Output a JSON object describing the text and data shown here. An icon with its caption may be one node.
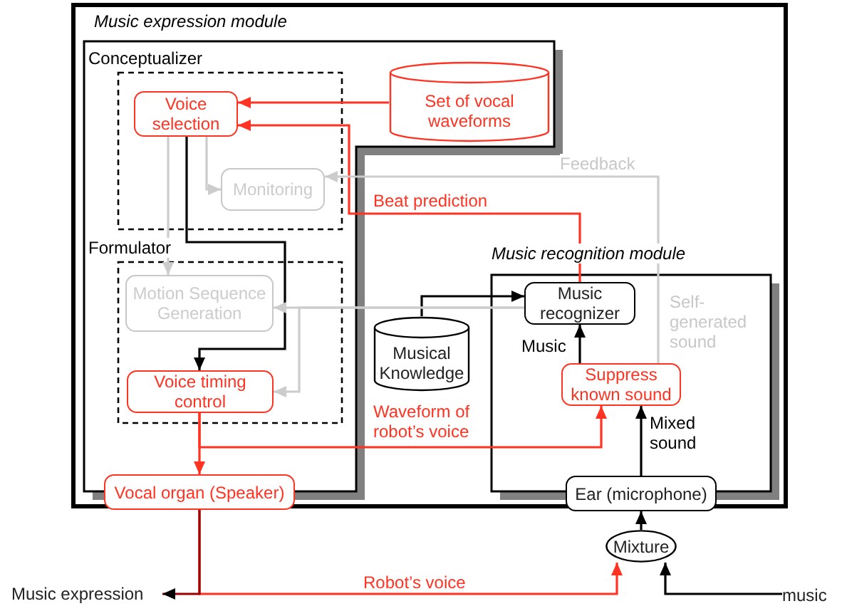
{
  "diagram": {
    "nodes": [
      {
        "text": [
          "Music expression module"
        ]
      },
      {
        "text": [],
        "shape": "box",
        "in": 0
      },
      {
        "text": [
          "Conceptualizer"
        ],
        "in": 1
      },
      {
        "text": [
          "Voice selection"
        ],
        "in": 2
      },
      {
        "text": [
          "Monitoring"
        ],
        "in": 2
      },
      {
        "text": [
          "Set of vocal waveforms"
        ],
        "in": 1
      },
      {
        "text": [
          "Formulator"
        ],
        "in": 1
      },
      {
        "text": [
          "Motion Sequence Generation"
        ],
        "in": 6
      },
      {
        "text": [
          "Voice timing control"
        ],
        "in": 6
      },
      {
        "text": [
          "Vocal organ (Speaker)"
        ]
      },
      {
        "text": [
          "Music recognition module"
        ],
        "in": 0
      },
      {
        "text": [
          "Musical Knowledge"
        ],
        "in": 0
      },
      {
        "text": [
          "Music recognizer"
        ],
        "in": 10
      },
      {
        "text": [
          "Suppress known sound"
        ],
        "in": 10
      },
      {
        "text": [
          "Ear (microphone)"
        ]
      },
      {
        "text": [
          "Mixture"
        ]
      },
      {
        "text": [
          "Music expression"
        ]
      },
      {
        "text": [
          "music"
        ]
      }
    ],
    "edges": [
      {
        "from": 5,
        "to": 3,
        "arrow": "to",
        "color": "#ff3322"
      },
      {
        "from": 12,
        "to": 3,
        "arrow": "to",
        "label": "Beat prediction",
        "color": "#ff3322"
      },
      {
        "from": 3,
        "to": 8,
        "arrow": "to",
        "color": "#000000"
      },
      {
        "from": 3,
        "to": 4,
        "arrow": "to",
        "color": "#cccccc"
      },
      {
        "from": 3,
        "to": 7,
        "arrow": "to",
        "color": "#cccccc"
      },
      {
        "from": 13,
        "to": 4,
        "arrow": "to",
        "label": "Feedback",
        "color": "#cccccc"
      },
      {
        "from": 11,
        "to": 12,
        "arrow": "to",
        "color": "#000000"
      },
      {
        "from": 12,
        "to": 7,
        "arrow": "to",
        "color": "#cccccc"
      },
      {
        "from": 12,
        "to": 8,
        "arrow": "to",
        "color": "#cccccc"
      },
      {
        "from": 8,
        "to": 9,
        "arrow": "to",
        "color": "#ff3322"
      },
      {
        "from": 8,
        "to": 13,
        "arrow": "to",
        "label": "Waveform of robot’s voice",
        "color": "#ff3322"
      },
      {
        "from": 13,
        "to": 12,
        "arrow": "to",
        "label": "Music",
        "color": "#000000"
      },
      {
        "from": 14,
        "to": 13,
        "arrow": "to",
        "label": "Mixed sound",
        "color": "#000000"
      },
      {
        "from": 15,
        "to": 14,
        "arrow": "to",
        "color": "#000000"
      },
      {
        "from": 9,
        "to": 16,
        "arrow": "to",
        "color": "#990000"
      },
      {
        "from": 9,
        "to": 15,
        "arrow": "to",
        "label": "Robot’s voice",
        "color": "#ff3322"
      },
      {
        "from": 17,
        "to": 15,
        "arrow": "to",
        "color": "#000000"
      }
    ],
    "labels": [
      "Self-generated sound"
    ]
  }
}
